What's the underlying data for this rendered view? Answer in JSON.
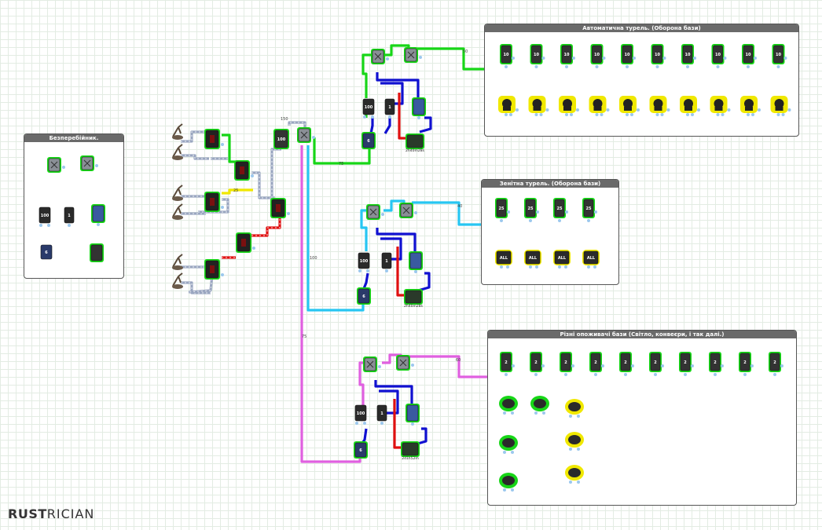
{
  "groups": {
    "ups": "Безперебійник.",
    "autoturret": "Автоматична турель. (Оборона бази)",
    "samsite": "Зенітна турель. (Оборона бази)",
    "consumers": "Різні опоживачі бази (Світло, конвеєри, і так далі.)"
  },
  "logo": {
    "part1": "RUST",
    "part2": "RICIAN"
  },
  "labels": {
    "battery_small": "100",
    "switch_one": "1",
    "splitter_val": "6",
    "battery_large": "100",
    "timer_1": "2h40m28s",
    "timer_2": "2h40m28s",
    "timer_3": "2d1h52m",
    "turret_power": "10",
    "sam_power": "25",
    "sam_all": "ALL",
    "consumer_power": "2"
  },
  "wire_labels": [
    "50",
    "75",
    "150",
    "25",
    "100",
    "75",
    "40",
    "60"
  ],
  "colors": {
    "green": "#17d617",
    "blue": "#1010d0",
    "red": "#e01010",
    "cyan": "#27c6f2",
    "magenta": "#e060e0",
    "gray": "#9aa6c0",
    "yellow": "#f0e800"
  }
}
